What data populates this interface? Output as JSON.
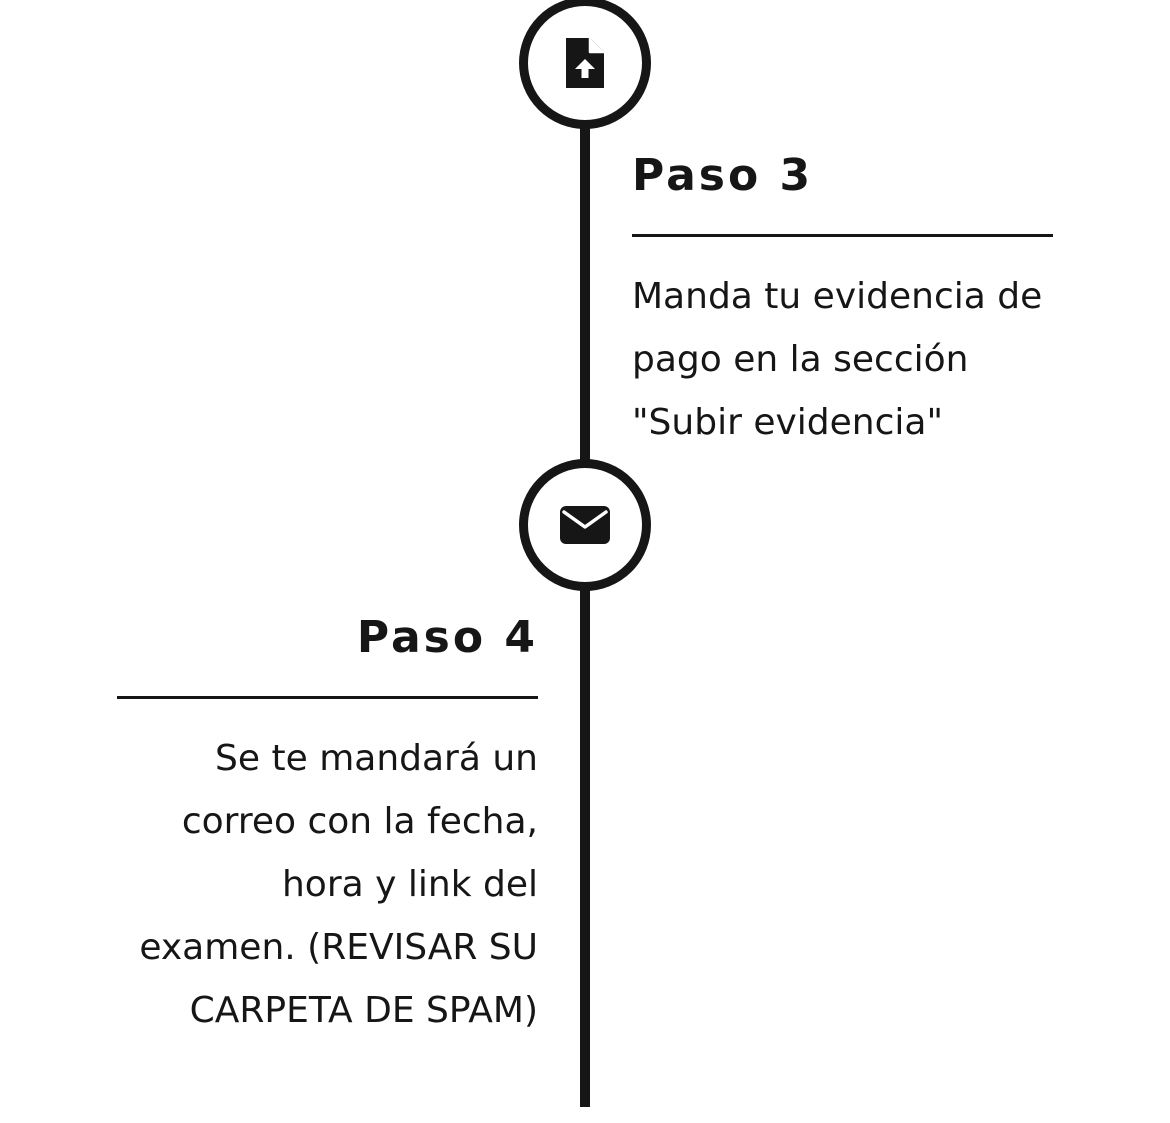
{
  "timeline": {
    "steps": [
      {
        "icon": "file-upload-icon",
        "title": "Paso 3",
        "description": "Manda tu evidencia de pago en la sección \"Subir evidencia\""
      },
      {
        "icon": "envelope-icon",
        "title": "Paso 4",
        "description": "Se te mandará un correo con la fecha, hora y link del examen. (REVISAR SU CARPETA DE SPAM)"
      }
    ]
  },
  "colors": {
    "ink": "#161616",
    "background": "#ffffff"
  }
}
